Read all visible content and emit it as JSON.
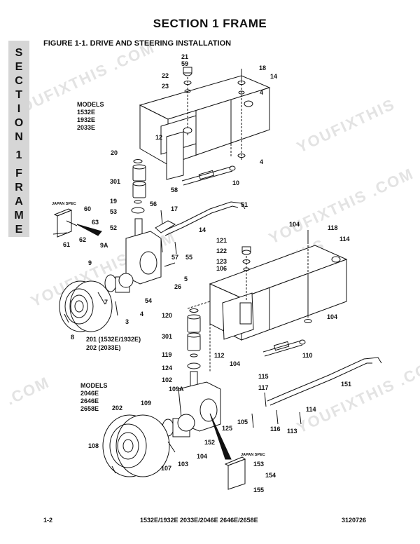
{
  "section_title": "SECTION 1  FRAME",
  "side_tab": [
    "S",
    "E",
    "C",
    "T",
    "I",
    "O",
    "N",
    "",
    "1",
    "",
    "F",
    "R",
    "A",
    "M",
    "E"
  ],
  "figure_caption": "FIGURE 1-1.    DRIVE AND STEERING INSTALLATION",
  "models_top": [
    "MODELS",
    "1532E",
    "1932E",
    "2033E"
  ],
  "models_bottom": [
    "MODELS",
    "2046E",
    "2646E",
    "2658E"
  ],
  "japan_spec_top": "JAPAN SPEC",
  "japan_spec_bottom": "JAPAN SPEC",
  "callouts": {
    "c21": "21",
    "c59": "59",
    "c22": "22",
    "c23": "23",
    "c18": "18",
    "c14a": "14",
    "c4a": "4",
    "c12": "12",
    "c4b": "4",
    "c20": "20",
    "c301a": "301",
    "c58": "58",
    "c10": "10",
    "c19": "19",
    "c53": "53",
    "c56": "56",
    "c17": "17",
    "c51": "51",
    "c60": "60",
    "c63": "63",
    "c62": "62",
    "c61": "61",
    "c52": "52",
    "c14b": "14",
    "c9A": "9A",
    "c57": "57",
    "c55": "55",
    "c104a": "104",
    "c118": "118",
    "c114a": "114",
    "c121": "121",
    "c122": "122",
    "c123": "123",
    "c106": "106",
    "c9": "9",
    "c5": "5",
    "c26": "26",
    "c54": "54",
    "c7": "7",
    "c4c": "4",
    "c3": "3",
    "c120": "120",
    "c104b": "104",
    "c301b": "301",
    "c8": "8",
    "c201": "201 (1532E/1932E)",
    "c202a": "202 (2033E)",
    "c119": "119",
    "c112": "112",
    "c110": "110",
    "c124": "124",
    "c104c": "104",
    "c102": "102",
    "c115": "115",
    "c117": "117",
    "c151": "151",
    "c109A": "109A",
    "c109": "109",
    "c202b": "202",
    "c114b": "114",
    "c105": "105",
    "c125": "125",
    "c116": "116",
    "c113": "113",
    "c152": "152",
    "c104d": "104",
    "c108": "108",
    "c103": "103",
    "c107": "107",
    "c153": "153",
    "c154": "154",
    "c155": "155"
  },
  "watermarks": [
    "YOUFIXTHIS .COM",
    "YOUFIXTHIS",
    "YOUFIXTHIS .COM",
    "YOUFIXTHIS",
    ".COM",
    "YOUFIXTHIS .COM",
    "YOUFIXTHIS .COM"
  ],
  "footer": {
    "page": "1-2",
    "models": "1532E/1932E 2033E/2046E 2646E/2658E",
    "doc_number": "3120726"
  }
}
